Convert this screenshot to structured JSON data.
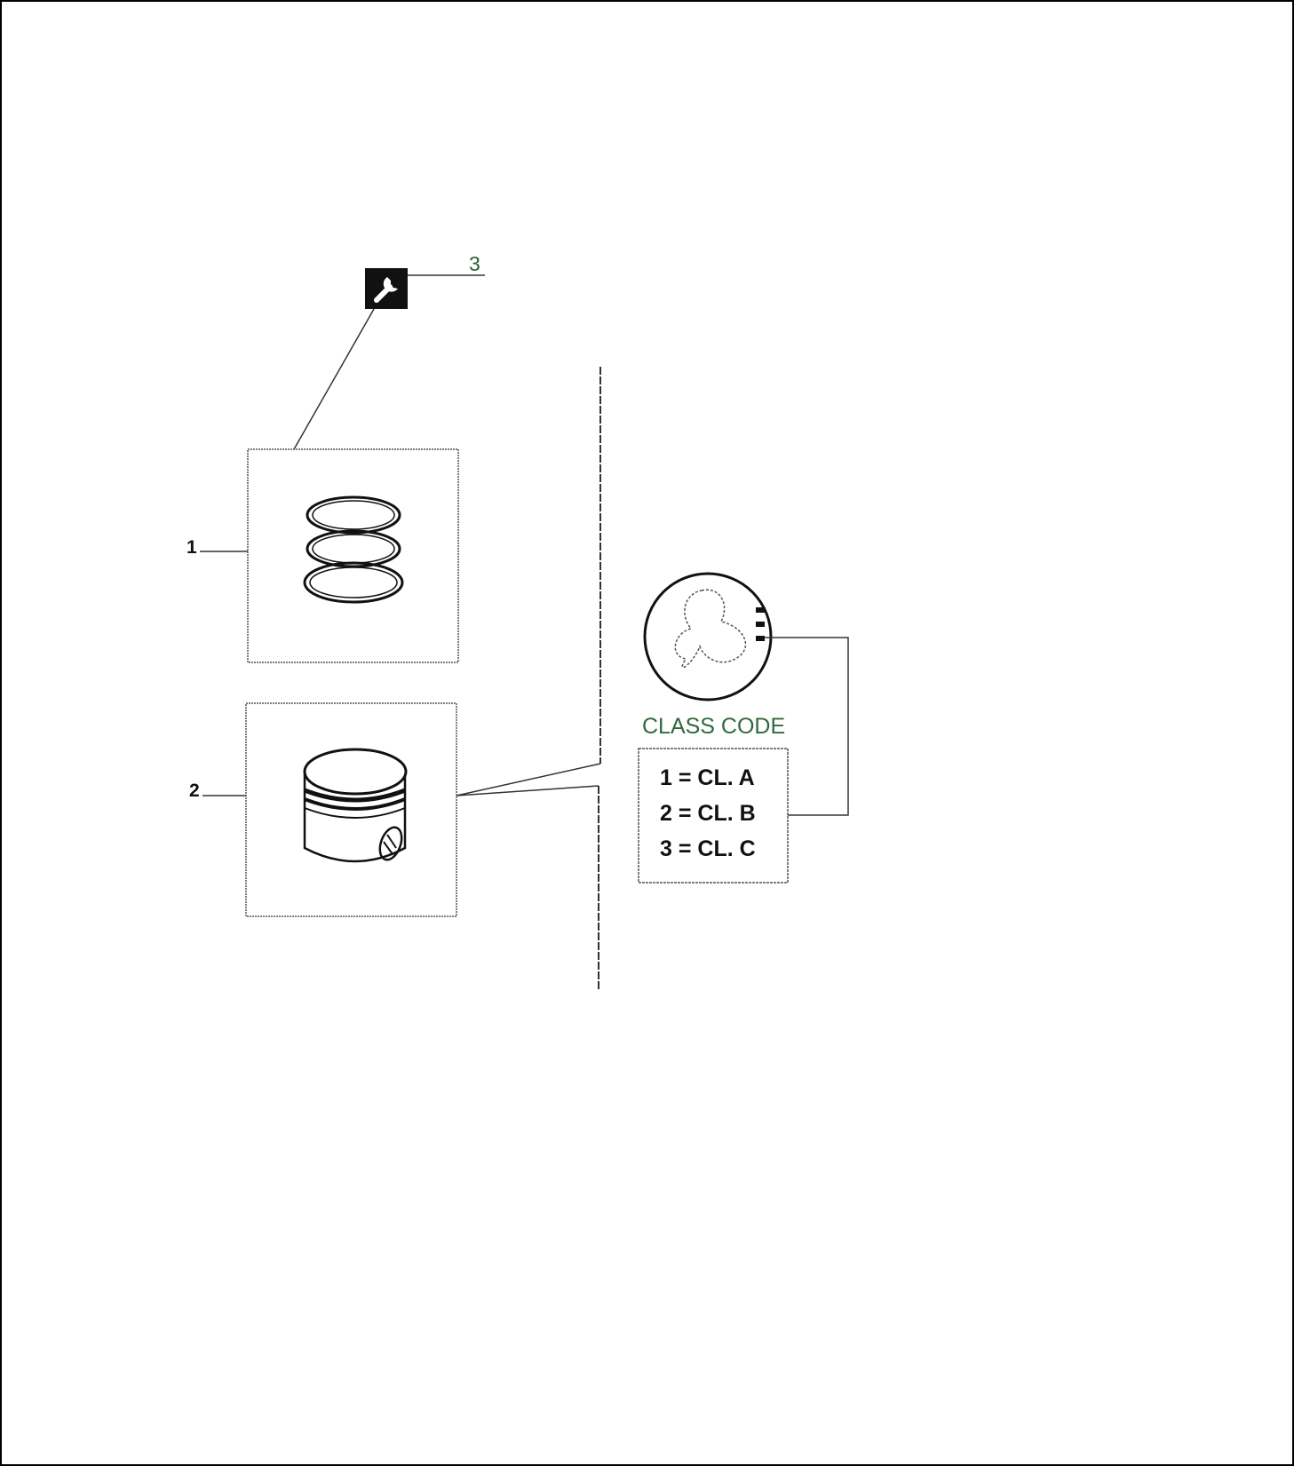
{
  "callouts": {
    "rings": "1",
    "piston": "2",
    "tool": "3"
  },
  "class_code": {
    "title": "CLASS CODE",
    "rows": [
      "1 =  CL. A",
      "2 =  CL. B",
      "3 =  CL. C"
    ]
  },
  "icons": {
    "tool": "wrench-icon"
  },
  "colors": {
    "callout_green": "#2f5d36",
    "title_green": "#2f6a3a",
    "line": "#333333"
  }
}
